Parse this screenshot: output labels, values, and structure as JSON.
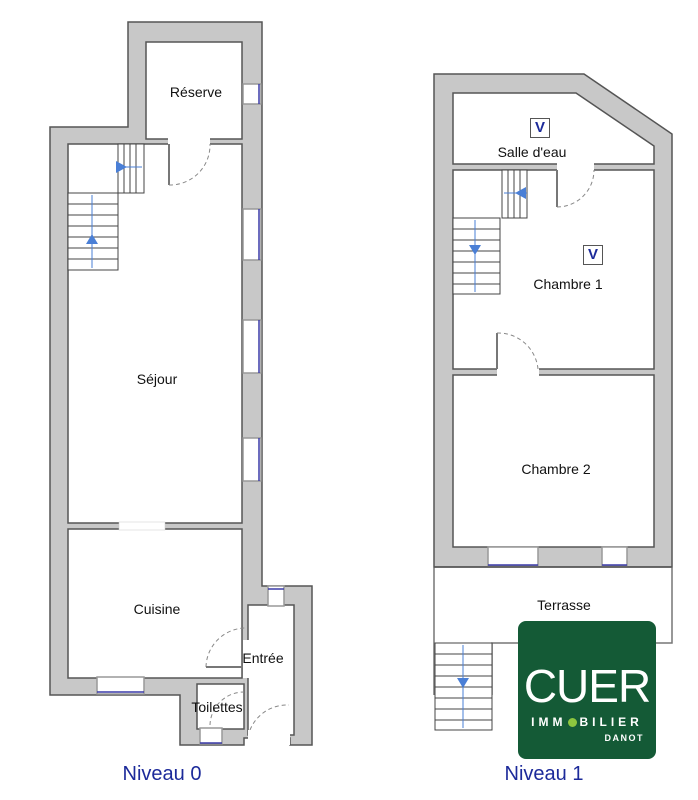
{
  "levels": [
    {
      "label": "Niveau 0",
      "rooms": [
        "Réserve",
        "Séjour",
        "Cuisine",
        "Entrée",
        "Toilettes"
      ]
    },
    {
      "label": "Niveau 1",
      "rooms": [
        "Salle d'eau",
        "Chambre 1",
        "Chambre 2",
        "Terrasse"
      ],
      "markers": [
        "V",
        "V"
      ]
    }
  ],
  "logo": {
    "brand": "CUER",
    "sub_left": "IMM",
    "sub_right": "BILIER",
    "city": "DANOT",
    "background": "#145a36",
    "dot_color": "#8dc63f"
  },
  "colors": {
    "wall": "#c8c8c8",
    "window": "#3a3aa8",
    "stair_arrow": "#4a7fd6",
    "level_label": "#1c2a9a"
  }
}
